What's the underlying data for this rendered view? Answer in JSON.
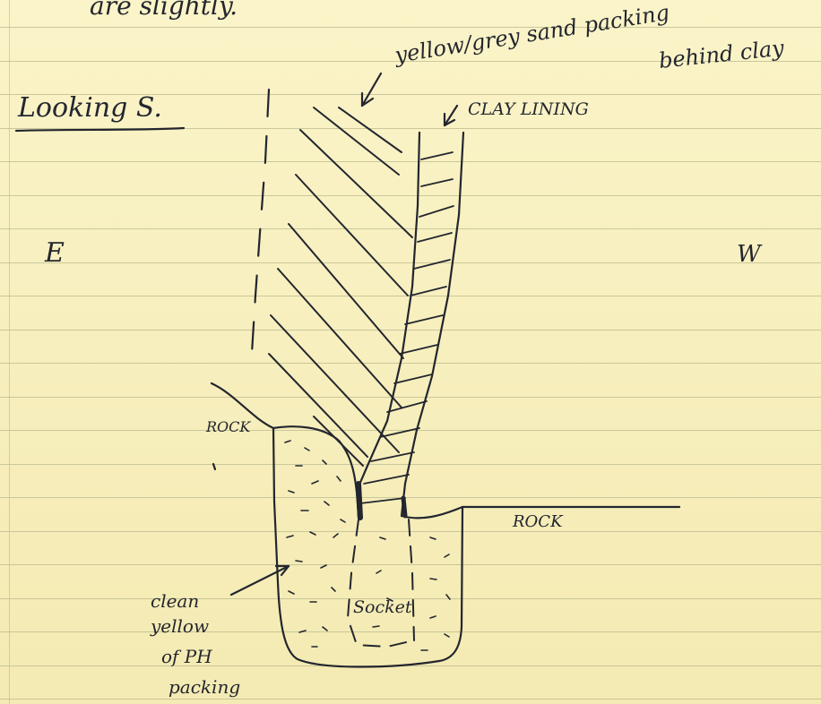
{
  "header": {
    "top_scrap": "are slightly.",
    "heading": "Looking S."
  },
  "orientation": {
    "east": "E",
    "west": "W"
  },
  "labels": {
    "sand_packing_line1": "yellow/grey sand packing",
    "sand_packing_line2": "behind clay",
    "clay_lining": "CLAY LINING",
    "rock_left": "ROCK",
    "rock_right": "ROCK",
    "socket": "Socket",
    "ph_packing_line1": "clean",
    "ph_packing_line2": "yellow",
    "ph_packing_line3": "of PH",
    "ph_packing_line4": "packing"
  },
  "colors": {
    "paper": "#f5ecb6",
    "ink": "#23262e",
    "rule": "#b9b98f"
  }
}
